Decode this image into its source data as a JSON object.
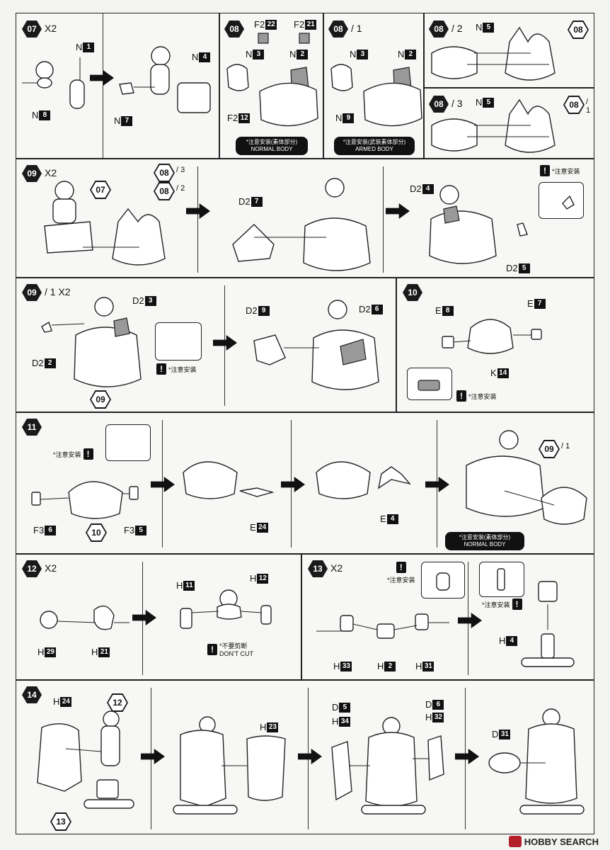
{
  "steps": {
    "s07": {
      "num": "07",
      "mult": "X2",
      "labels": {
        "n1": "1",
        "n8": "8",
        "n7": "7",
        "n4": "4",
        "n": "N"
      }
    },
    "s08": {
      "num": "08",
      "f2a": "22",
      "f2b": "21",
      "n3": "3",
      "n2": "2",
      "f2_12": "12",
      "note_line1": "*注意安装(素体部分)",
      "note_line2": "NORMAL BODY"
    },
    "s08_1": {
      "num": "08",
      "sub": "/ 1",
      "n3": "3",
      "n2": "2",
      "n9": "9",
      "note_line1": "*注意安装(武装素体部分)",
      "note_line2": "ARMED BODY"
    },
    "s08_2": {
      "num": "08",
      "sub": "/ 2",
      "n5": "5",
      "ref": "08"
    },
    "s08_3": {
      "num": "08",
      "sub": "/ 3",
      "n5": "5",
      "ref": "08",
      "ref_sub": "/ 1"
    },
    "s09": {
      "num": "09",
      "mult": "X2",
      "ref07": "07",
      "ref08_3": "08",
      "ref08_3_sub": "/ 3",
      "ref08_2": "08",
      "ref08_2_sub": "/ 2",
      "d2_7": "7",
      "d2_4": "4",
      "d2_5": "5",
      "caution": "*注意安装"
    },
    "s09_1": {
      "num": "09",
      "sub": "/ 1 X2",
      "d2_3": "3",
      "d2_2": "2",
      "ref09": "09",
      "d2_9": "9",
      "d2_6": "6",
      "caution": "*注意安装"
    },
    "s10": {
      "num": "10",
      "e8": "8",
      "e7": "7",
      "k14": "14",
      "caution": "*注意安装"
    },
    "s11": {
      "num": "11",
      "caution": "*注意安装",
      "f3_6": "6",
      "ref10": "10",
      "f3_5": "5",
      "e24": "24",
      "e4": "4",
      "ref09": "09",
      "ref09_sub": "/ 1",
      "note_line1": "*注意安装(素体部分)",
      "note_line2": "NORMAL BODY"
    },
    "s12": {
      "num": "12",
      "mult": "X2",
      "h11": "11",
      "h12": "12",
      "h29": "29",
      "h21": "21",
      "nocut1": "*不要剪断",
      "nocut2": "DON'T CUT"
    },
    "s13": {
      "num": "13",
      "mult": "X2",
      "caution": "*注意安装",
      "h33": "33",
      "h2": "2",
      "h31": "31",
      "h4": "4",
      "caution2": "*注意安装"
    },
    "s14": {
      "num": "14",
      "h24": "24",
      "ref12": "12",
      "ref13": "13",
      "h23": "23",
      "d5": "5",
      "h34": "34",
      "d6": "6",
      "h32": "32",
      "d31": "31"
    }
  },
  "letters": {
    "N": "N",
    "F2": "F2",
    "D2": "D2",
    "E": "E",
    "K": "K",
    "F3": "F3",
    "H": "H",
    "D": "D"
  },
  "footer": {
    "brand": "HOBBY SEARCH"
  },
  "colors": {
    "ink": "#111111",
    "paper": "#f7f7f5",
    "accent": "#b3202a"
  }
}
